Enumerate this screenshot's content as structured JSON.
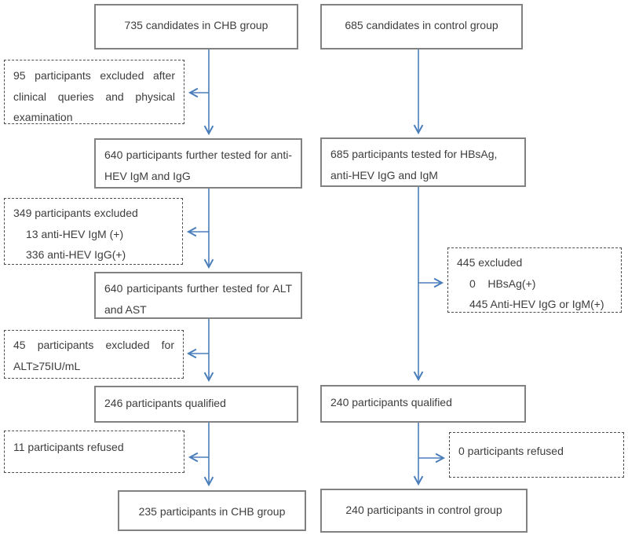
{
  "figure": {
    "type": "participant-flow-diagram",
    "groups": [
      "CHB group",
      "control group"
    ]
  },
  "colors": {
    "arrow": "#4A7EBB",
    "solid_border": "#828282",
    "dashed_border": "#4d4d4d",
    "text": "#3d3d3d",
    "background": "#ffffff"
  },
  "left_column": {
    "top": "735 candidates in CHB group",
    "excluded_after_queries": "95 participants excluded after clinical queries and physical examination",
    "tested_hev": "640 participants further tested for anti-HEV IgM and IgG",
    "excluded_hev": {
      "line1": "349 participants excluded",
      "line2": "13 anti-HEV IgM (+)",
      "line3": "336 anti-HEV IgG(+)"
    },
    "tested_alt": "640 participants further tested for ALT and AST",
    "excluded_alt": "45 participants excluded for ALT≥75IU/mL",
    "qualified": "246 participants qualified",
    "refused": "11 participants refused",
    "final": "235 participants in CHB group"
  },
  "right_column": {
    "top": "685 candidates in control group",
    "tested": "685 participants tested for HBsAg, anti-HEV IgG and IgM",
    "excluded": {
      "line1": "445 excluded",
      "line2": "0    HBsAg(+)",
      "line3": "445 Anti-HEV IgG or IgM(+)"
    },
    "qualified": "240 participants qualified",
    "refused": "0 participants refused",
    "final": "240 participants in control group"
  }
}
